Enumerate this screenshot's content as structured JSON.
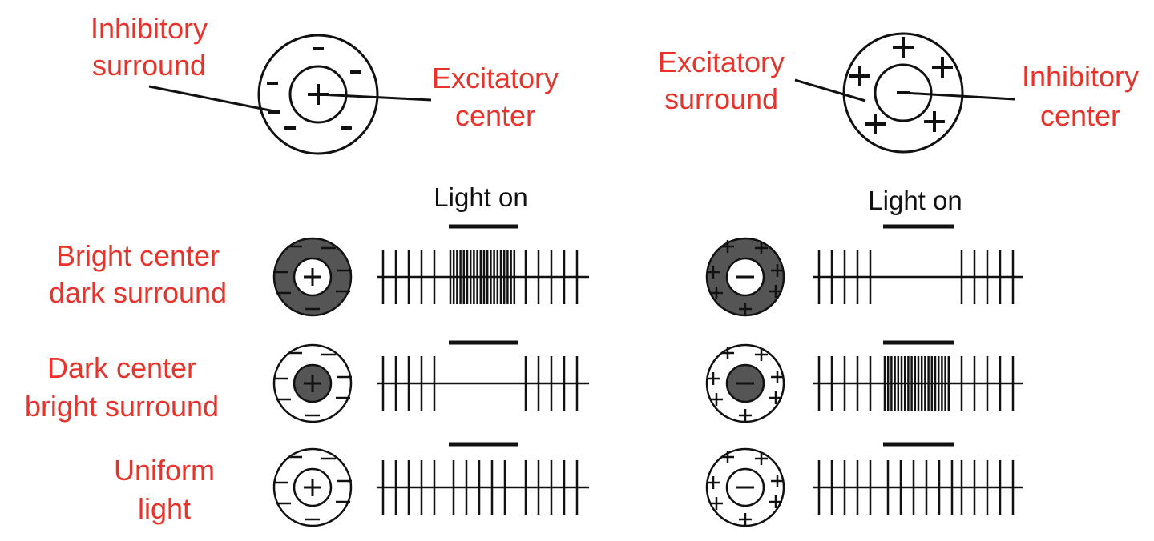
{
  "colors": {
    "label_red": "#e8322a",
    "ink": "#111111",
    "dark_fill": "#555555",
    "white": "#ffffff"
  },
  "on_center_field": {
    "surround_label": [
      "Inhibitory",
      "surround"
    ],
    "center_label": [
      "Excitatory",
      "center"
    ],
    "center_sign": "+",
    "surround_sign": "-"
  },
  "off_center_field": {
    "surround_label": [
      "Excitatory",
      "surround"
    ],
    "center_label": [
      "Inhibitory",
      "center"
    ],
    "center_sign": "-",
    "surround_sign": "+"
  },
  "light_on_label": "Light on",
  "conditions": [
    {
      "label": [
        "Bright center",
        "dark surround"
      ],
      "center_dark": false,
      "surround_dark": true
    },
    {
      "label": [
        "Dark center",
        "bright surround"
      ],
      "center_dark": true,
      "surround_dark": false
    },
    {
      "label": [
        "Uniform",
        "light"
      ],
      "center_dark": false,
      "surround_dark": false
    }
  ],
  "responses": {
    "on_center": [
      "increase",
      "decrease",
      "baseline"
    ],
    "off_center": [
      "decrease",
      "increase",
      "baseline"
    ]
  }
}
